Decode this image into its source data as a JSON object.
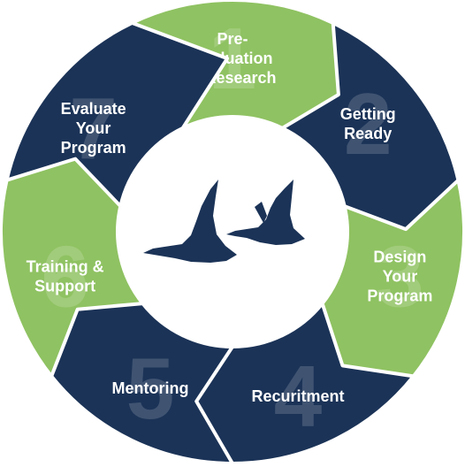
{
  "colors": {
    "green": "#8fc262",
    "navy": "#1b3357",
    "white": "#ffffff"
  },
  "center_icon": "flying-geese-icon",
  "segments": [
    {
      "number": "1",
      "label_lines": [
        "Pre-",
        "Evaluation",
        "& Research"
      ],
      "color": "green"
    },
    {
      "number": "2",
      "label_lines": [
        "Getting",
        "Ready"
      ],
      "color": "navy"
    },
    {
      "number": "3",
      "label_lines": [
        "Design",
        "Your",
        "Program"
      ],
      "color": "green"
    },
    {
      "number": "4",
      "label_lines": [
        "Recuritment"
      ],
      "color": "navy"
    },
    {
      "number": "5",
      "label_lines": [
        "Mentoring"
      ],
      "color": "navy"
    },
    {
      "number": "6",
      "label_lines": [
        "Training &",
        "Support"
      ],
      "color": "green"
    },
    {
      "number": "7",
      "label_lines": [
        "Evaluate",
        "Your",
        "Program"
      ],
      "color": "navy"
    }
  ]
}
